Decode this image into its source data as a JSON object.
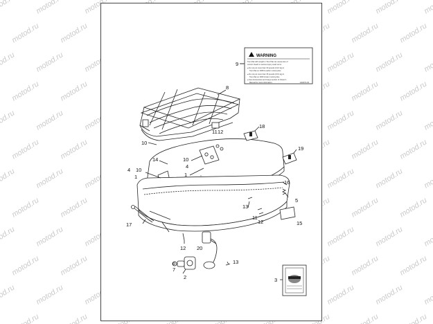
{
  "watermark": "motod.ru",
  "warning_label": {
    "title": "WARNING",
    "lines": [
      "Tour-Pak with weight in Tour-Pak can cause loss of",
      "control. Death or serious injury could occur.",
      "● Do not put more than 30 pounds (13.6 kg) in",
      "Tour-Pak on 2008 & earlier motorcycles.",
      "● Do not put more than 35 pounds (15.9 kg) in",
      "Tour-Pak on 2009 & later motorcycles.",
      "● See Accessories and Cargo section of Owner's",
      "Manual for more information."
    ],
    "part_no": "GA0071-04"
  },
  "callouts": [
    {
      "id": "c9",
      "label": "9"
    },
    {
      "id": "c8",
      "label": "8"
    },
    {
      "id": "c18",
      "label": "18"
    },
    {
      "id": "c11a",
      "label": "11"
    },
    {
      "id": "c12a",
      "label": "12"
    },
    {
      "id": "c19",
      "label": "19"
    },
    {
      "id": "c10a",
      "label": "10"
    },
    {
      "id": "c14",
      "label": "14"
    },
    {
      "id": "c10b",
      "label": "10"
    },
    {
      "id": "c4a",
      "label": "4"
    },
    {
      "id": "c4b",
      "label": "4"
    },
    {
      "id": "c10c",
      "label": "10"
    },
    {
      "id": "c1a",
      "label": "1"
    },
    {
      "id": "c1b",
      "label": "1"
    },
    {
      "id": "c16",
      "label": "16"
    },
    {
      "id": "c5",
      "label": "5"
    },
    {
      "id": "c13a",
      "label": "13"
    },
    {
      "id": "c11b",
      "label": "11"
    },
    {
      "id": "c12b",
      "label": "12"
    },
    {
      "id": "c15",
      "label": "15"
    },
    {
      "id": "c17",
      "label": "17"
    },
    {
      "id": "c12c",
      "label": "12"
    },
    {
      "id": "c20",
      "label": "20"
    },
    {
      "id": "c6",
      "label": "6"
    },
    {
      "id": "c7",
      "label": "7"
    },
    {
      "id": "c13b",
      "label": "13"
    },
    {
      "id": "c2",
      "label": "2"
    },
    {
      "id": "c3",
      "label": "3"
    }
  ]
}
